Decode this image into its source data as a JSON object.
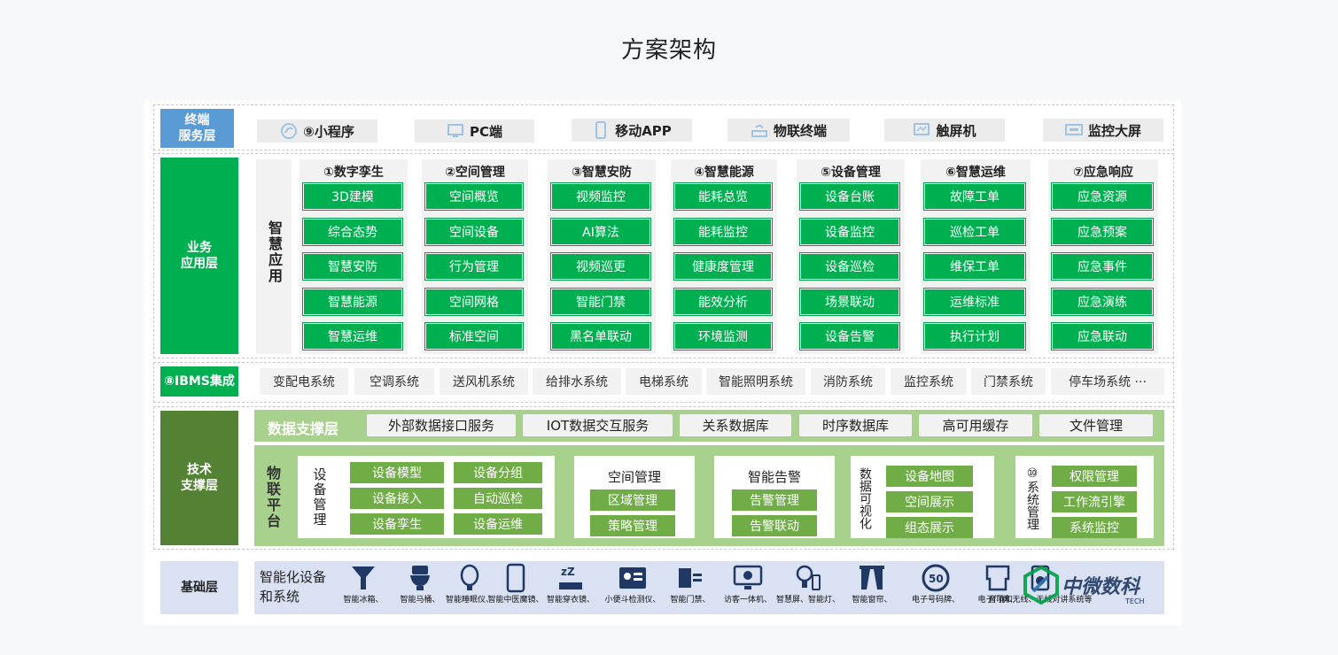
{
  "title": "方案架构",
  "layers": {
    "terminal": "终端\n服务层",
    "business": "业务\n应用层",
    "ibms": "⑧IBMS集成",
    "tech": "技术\n支撑层",
    "base": "基础层"
  },
  "terminals": [
    {
      "icon": "mini-program-icon",
      "label": "⑨小程序"
    },
    {
      "icon": "pc-monitor-icon",
      "label": "PC端"
    },
    {
      "icon": "mobile-phone-icon",
      "label": "移动APP"
    },
    {
      "icon": "iot-router-icon",
      "label": "物联终端"
    },
    {
      "icon": "touchscreen-icon",
      "label": "触屏机"
    },
    {
      "icon": "big-screen-icon",
      "label": "监控大屏"
    }
  ],
  "smart_app_label": "智慧应用",
  "business_columns": [
    {
      "title": "①数字孪生",
      "items": [
        "3D建模",
        "综合态势",
        "智慧安防",
        "智慧能源",
        "智慧运维"
      ]
    },
    {
      "title": "②空间管理",
      "items": [
        "空间概览",
        "空间设备",
        "行为管理",
        "空间网格",
        "标准空间"
      ]
    },
    {
      "title": "③智慧安防",
      "items": [
        "视频监控",
        "AI算法",
        "视频巡更",
        "智能门禁",
        "黑名单联动"
      ]
    },
    {
      "title": "④智慧能源",
      "items": [
        "能耗总览",
        "能耗监控",
        "健康度管理",
        "能效分析",
        "环境监测"
      ]
    },
    {
      "title": "⑤设备管理",
      "items": [
        "设备台账",
        "设备监控",
        "设备巡检",
        "场景联动",
        "设备告警"
      ]
    },
    {
      "title": "⑥智慧运维",
      "items": [
        "故障工单",
        "巡检工单",
        "维保工单",
        "运维标准",
        "执行计划"
      ]
    },
    {
      "title": "⑦应急响应",
      "items": [
        "应急资源",
        "应急预案",
        "应急事件",
        "应急演练",
        "应急联动"
      ]
    }
  ],
  "ibms_systems": [
    "变配电系统",
    "空调系统",
    "送风机系统",
    "给排水系统",
    "电梯系统",
    "智能照明系统",
    "消防系统",
    "监控系统",
    "门禁系统",
    "停车场系统 ···"
  ],
  "data_support": {
    "label": "数据支撑层",
    "items": [
      "外部数据接口服务",
      "IOT数据交互服务",
      "关系数据库",
      "时序数据库",
      "高可用缓存",
      "文件管理"
    ]
  },
  "iot_platform": {
    "label": "物联平台",
    "device_mgmt": {
      "label": "设备管理",
      "items": [
        "设备模型",
        "设备分组",
        "设备接入",
        "自动巡检",
        "设备孪生",
        "设备运维"
      ]
    },
    "space_mgmt": {
      "title": "空间管理",
      "items": [
        "区域管理",
        "策略管理"
      ]
    },
    "alarm": {
      "title": "智能告警",
      "items": [
        "告警管理",
        "告警联动"
      ]
    },
    "visual": {
      "label": "数据可视化",
      "items": [
        "设备地图",
        "空间展示",
        "组态展示"
      ]
    },
    "system": {
      "label": "⑩系统管理",
      "items": [
        "权限管理",
        "工作流引擎",
        "系统监控"
      ]
    }
  },
  "base": {
    "label": "智能化设备和系统",
    "devices": [
      {
        "icon": "fridge-icon",
        "caption": "智能冰箱、"
      },
      {
        "icon": "toilet-icon",
        "caption": "智能马桶、"
      },
      {
        "icon": "sleep-meter-icon",
        "caption": "智能睡眠仪、"
      },
      {
        "icon": "mirror-icon",
        "caption": "智能中医魔镜、"
      },
      {
        "icon": "sleep-icon",
        "caption": "智能穿衣镜、"
      },
      {
        "icon": "id-card-icon",
        "caption": "小便斗检测仪、"
      },
      {
        "icon": "access-icon",
        "caption": "智能门禁、"
      },
      {
        "icon": "visitor-icon",
        "caption": "访客一体机、"
      },
      {
        "icon": "bulb-icon",
        "caption": "智慧屏、智能灯、"
      },
      {
        "icon": "curtain-icon",
        "caption": "智能窗帘、"
      },
      {
        "icon": "speed-sign-icon",
        "caption": "电子号码牌、"
      },
      {
        "icon": "door-sign-icon",
        "caption": "电子门牌、"
      },
      {
        "icon": "speaker-icon",
        "caption": "音响和无线、无线对讲系统等"
      }
    ],
    "watermark": "中微数科",
    "watermark_sub": "TECH"
  },
  "colors": {
    "green": "#00b050",
    "dark_green": "#548235",
    "light_green": "#a9d18e",
    "blue": "#5b9bd5",
    "base_blue": "#d9e1f2"
  }
}
